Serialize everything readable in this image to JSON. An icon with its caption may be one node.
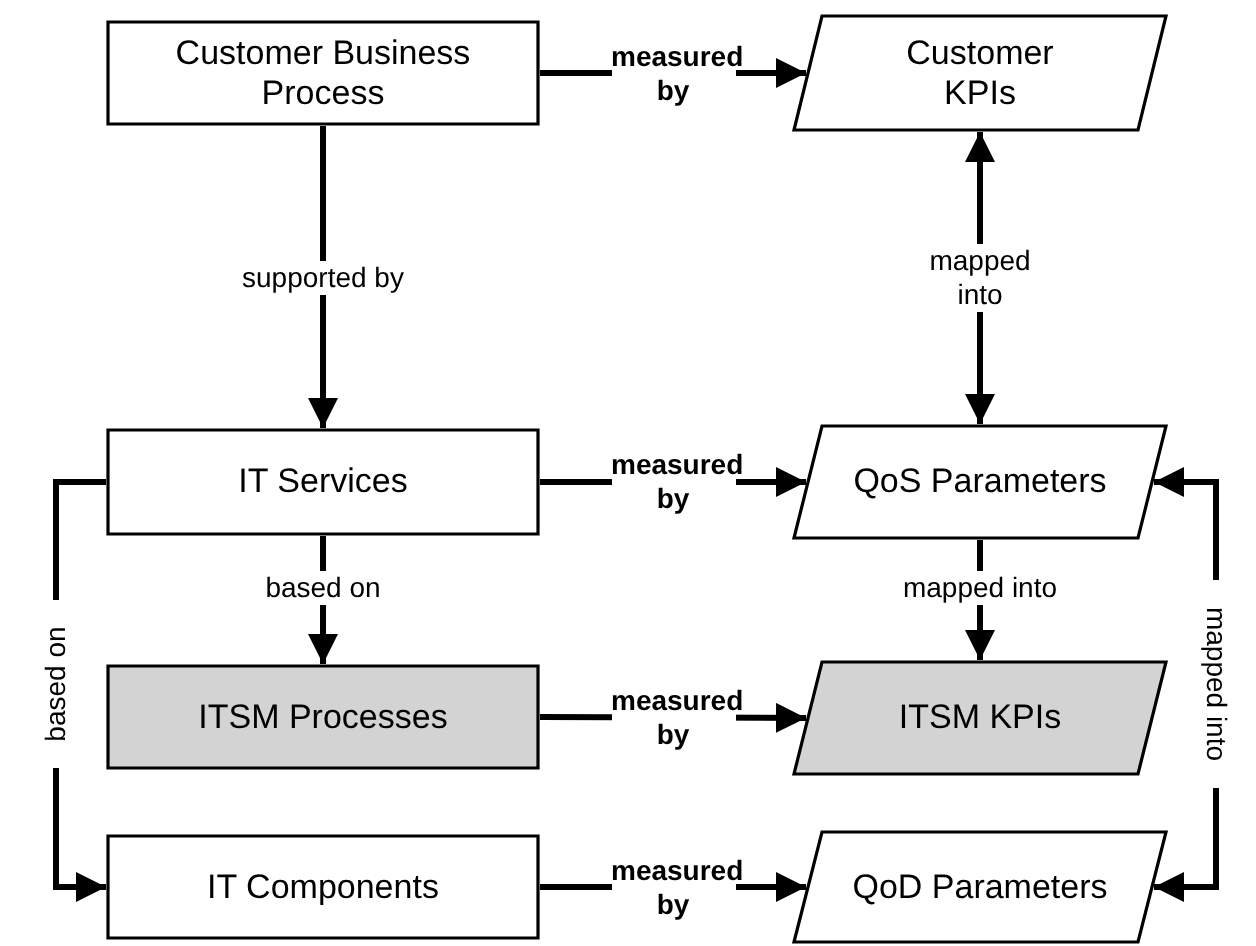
{
  "diagram": {
    "nodes": [
      {
        "text": [
          "Customer Business Process"
        ]
      },
      {
        "text": [
          "Customer KPIs"
        ]
      },
      {
        "text": [
          "IT Services"
        ]
      },
      {
        "text": [
          "QoS Parameters"
        ]
      },
      {
        "text": [
          "ITSM Processes"
        ]
      },
      {
        "text": [
          "ITSM KPIs"
        ]
      },
      {
        "text": [
          "IT Components"
        ]
      },
      {
        "text": [
          "QoD Parameters"
        ]
      }
    ],
    "edges": [
      {
        "from": 0,
        "to": 1,
        "arrow": "to",
        "label": "measured by"
      },
      {
        "from": 0,
        "to": 2,
        "arrow": "to",
        "label": "supported by"
      },
      {
        "from": 3,
        "to": 1,
        "arrow": "both",
        "label": "mapped into"
      },
      {
        "from": 2,
        "to": 3,
        "arrow": "to",
        "label": "measured by"
      },
      {
        "from": 2,
        "to": 4,
        "arrow": "to",
        "label": "based on"
      },
      {
        "from": 3,
        "to": 5,
        "arrow": "to",
        "label": "mapped into"
      },
      {
        "from": 2,
        "to": 6,
        "arrow": "to",
        "label": "based on"
      },
      {
        "from": 3,
        "to": 7,
        "arrow": "both",
        "label": "mapped into"
      },
      {
        "from": 4,
        "to": 5,
        "arrow": "to",
        "label": "measured by"
      },
      {
        "from": 6,
        "to": 7,
        "arrow": "to",
        "label": "measured by"
      }
    ]
  }
}
